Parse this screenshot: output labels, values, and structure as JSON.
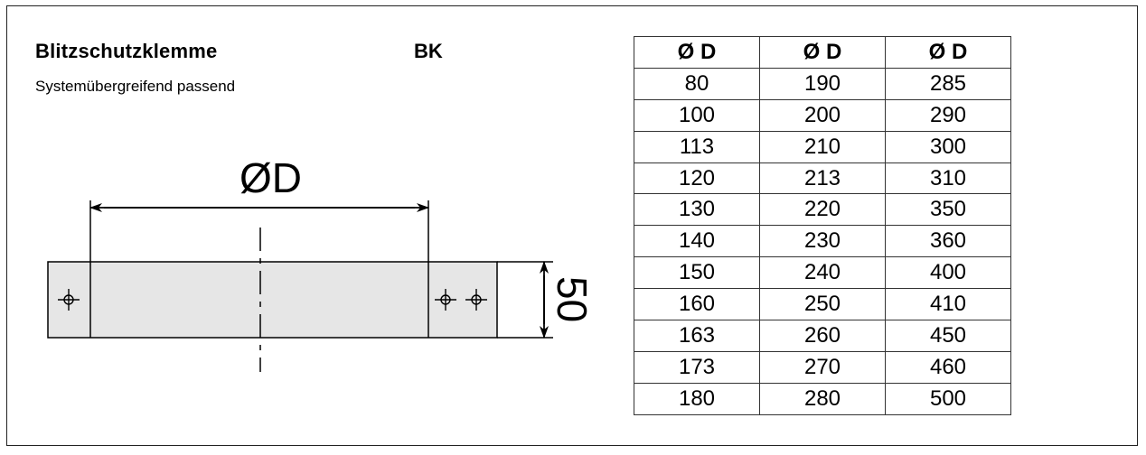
{
  "product": {
    "title": "Blitzschutzklemme",
    "code": "BK",
    "subtitle": "Systemübergreifend passend"
  },
  "drawing": {
    "diameter_label": "ØD",
    "height_label": "50"
  },
  "table": {
    "headers": [
      "Ø D",
      "Ø D",
      "Ø D"
    ],
    "rows": [
      [
        "80",
        "190",
        "285"
      ],
      [
        "100",
        "200",
        "290"
      ],
      [
        "113",
        "210",
        "300"
      ],
      [
        "120",
        "213",
        "310"
      ],
      [
        "130",
        "220",
        "350"
      ],
      [
        "140",
        "230",
        "360"
      ],
      [
        "150",
        "240",
        "400"
      ],
      [
        "160",
        "250",
        "410"
      ],
      [
        "163",
        "260",
        "450"
      ],
      [
        "173",
        "270",
        "460"
      ],
      [
        "180",
        "280",
        "500"
      ]
    ]
  }
}
